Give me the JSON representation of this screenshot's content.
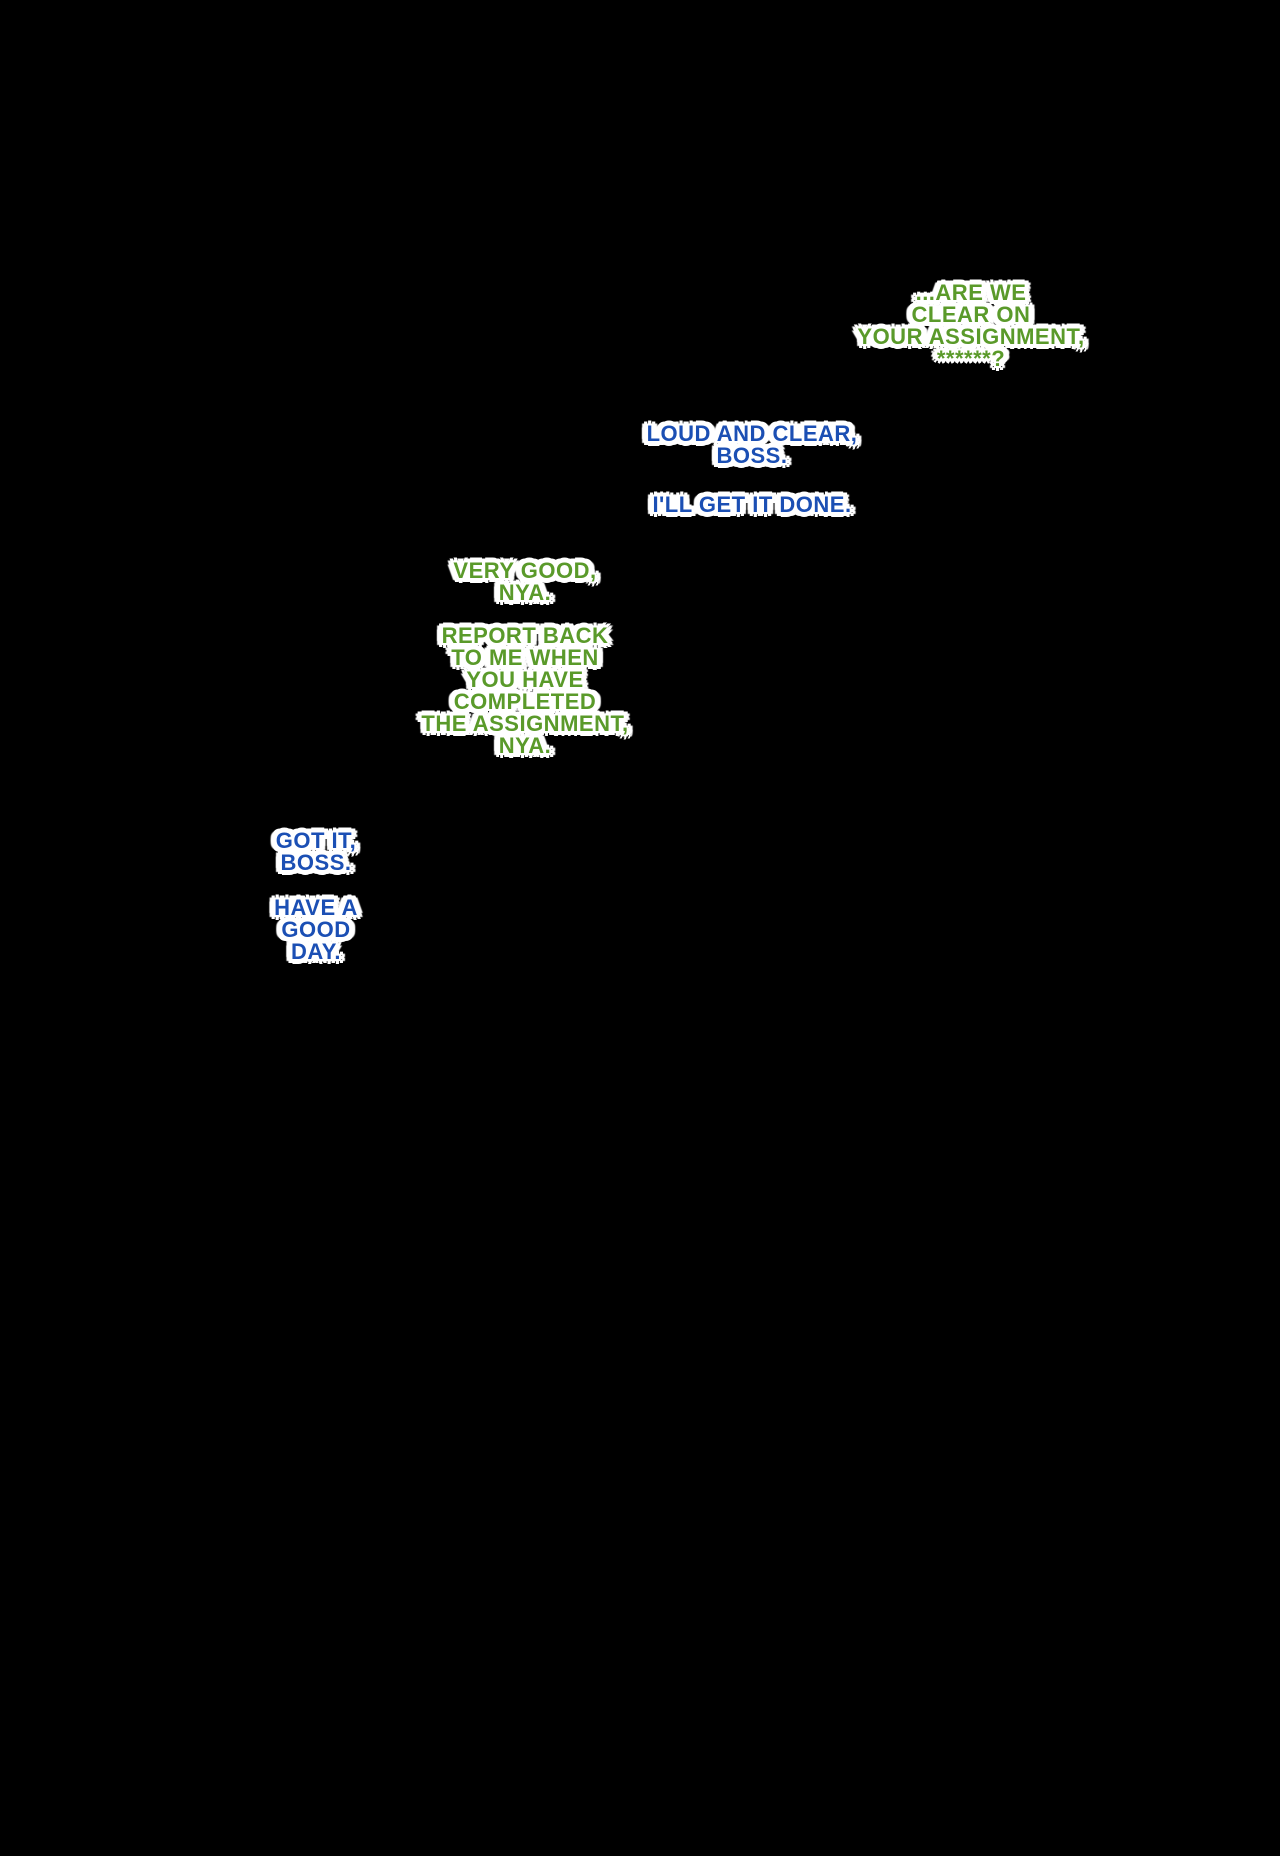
{
  "colors": {
    "boss": "#5a9a2a",
    "agent": "#1b4fb4",
    "outline": "#ffffff",
    "background": "#000000"
  },
  "dialogue": [
    {
      "speaker_color": "green",
      "text": "...Are we\nclear on\nyour assignment,\n******?"
    },
    {
      "speaker_color": "blue",
      "text": "Loud and clear,\nboss."
    },
    {
      "speaker_color": "blue",
      "text": "I'll get it done."
    },
    {
      "speaker_color": "green",
      "text": "Very good,\nnya."
    },
    {
      "speaker_color": "green",
      "text": "Report back\nto me when\nyou have\ncompleted\nthe assignment,\nnya."
    },
    {
      "speaker_color": "blue",
      "text": "Got it,\nboss."
    },
    {
      "speaker_color": "blue",
      "text": "Have a\ngood\nday."
    }
  ]
}
